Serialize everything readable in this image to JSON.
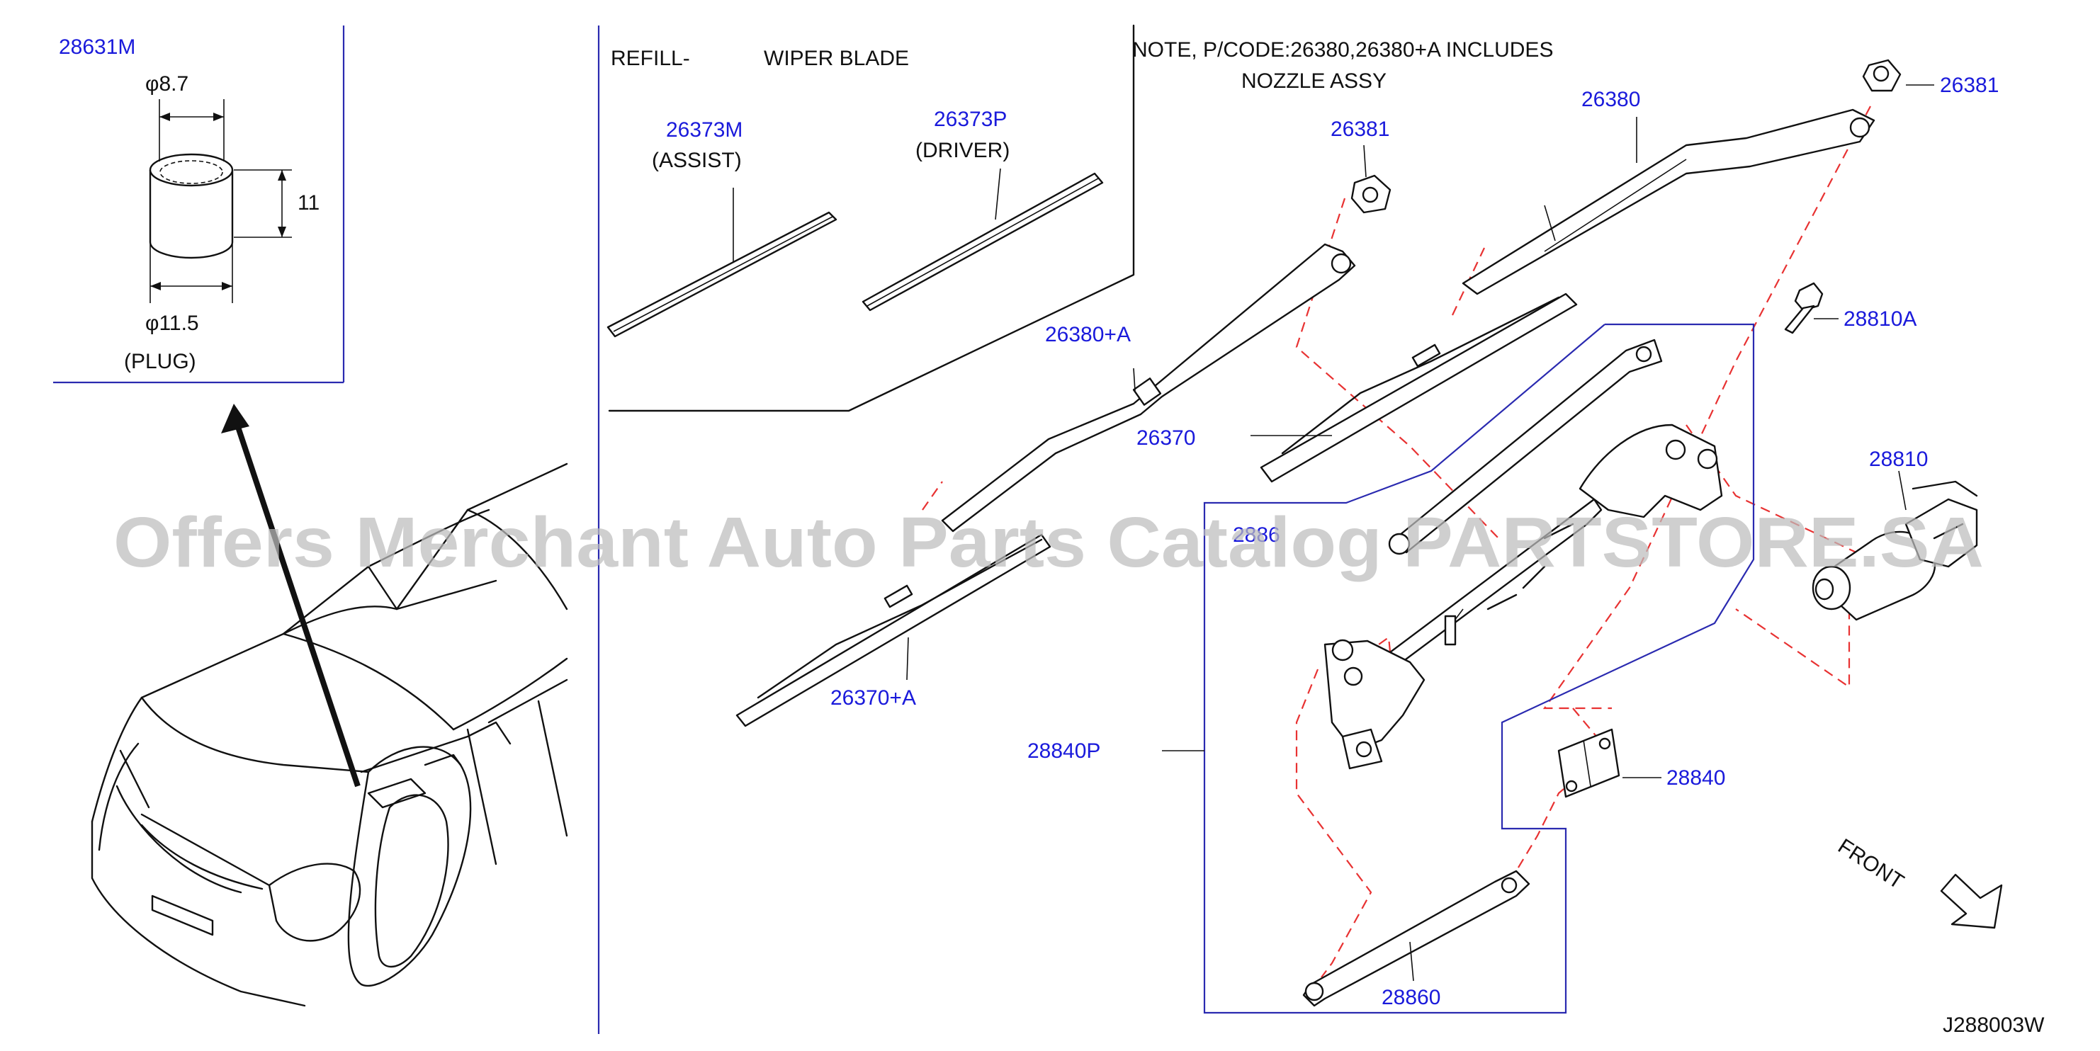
{
  "part_labels": {
    "plug": "28631M",
    "assist_refill": "26373M",
    "driver_refill": "26373P",
    "nozzle_left": "26381",
    "nozzle_right": "26381",
    "arm_right": "26380",
    "arm_left": "26380+A",
    "blade_right": "26370",
    "blade_left": "26370+A",
    "bolt": "28810A",
    "motor": "28810",
    "linkage_assy": "28840P",
    "bracket": "28840",
    "rod": "28860",
    "hidden_label": "2886"
  },
  "plug_detail": {
    "inner_dia": "φ8.7",
    "height": "11",
    "outer_dia": "φ11.5",
    "name": "(PLUG)"
  },
  "refill_header": {
    "refill": "REFILL-",
    "wiper_blade": "WIPER  BLADE",
    "assist": "(ASSIST)",
    "driver": "(DRIVER)"
  },
  "note": {
    "line1": "NOTE,  P/CODE:26380,26380+A  INCLUDES",
    "line2": "NOZZLE  ASSY"
  },
  "front_label": "FRONT",
  "diagram_code": "J288003W",
  "watermark": "Offers Merchant Auto Parts Catalog PARTSTORE.SA",
  "colors": {
    "label_blue": "#1a1adb",
    "leader_red": "#e83232",
    "box_blue": "#2a2ab0",
    "line_black": "#111111"
  }
}
